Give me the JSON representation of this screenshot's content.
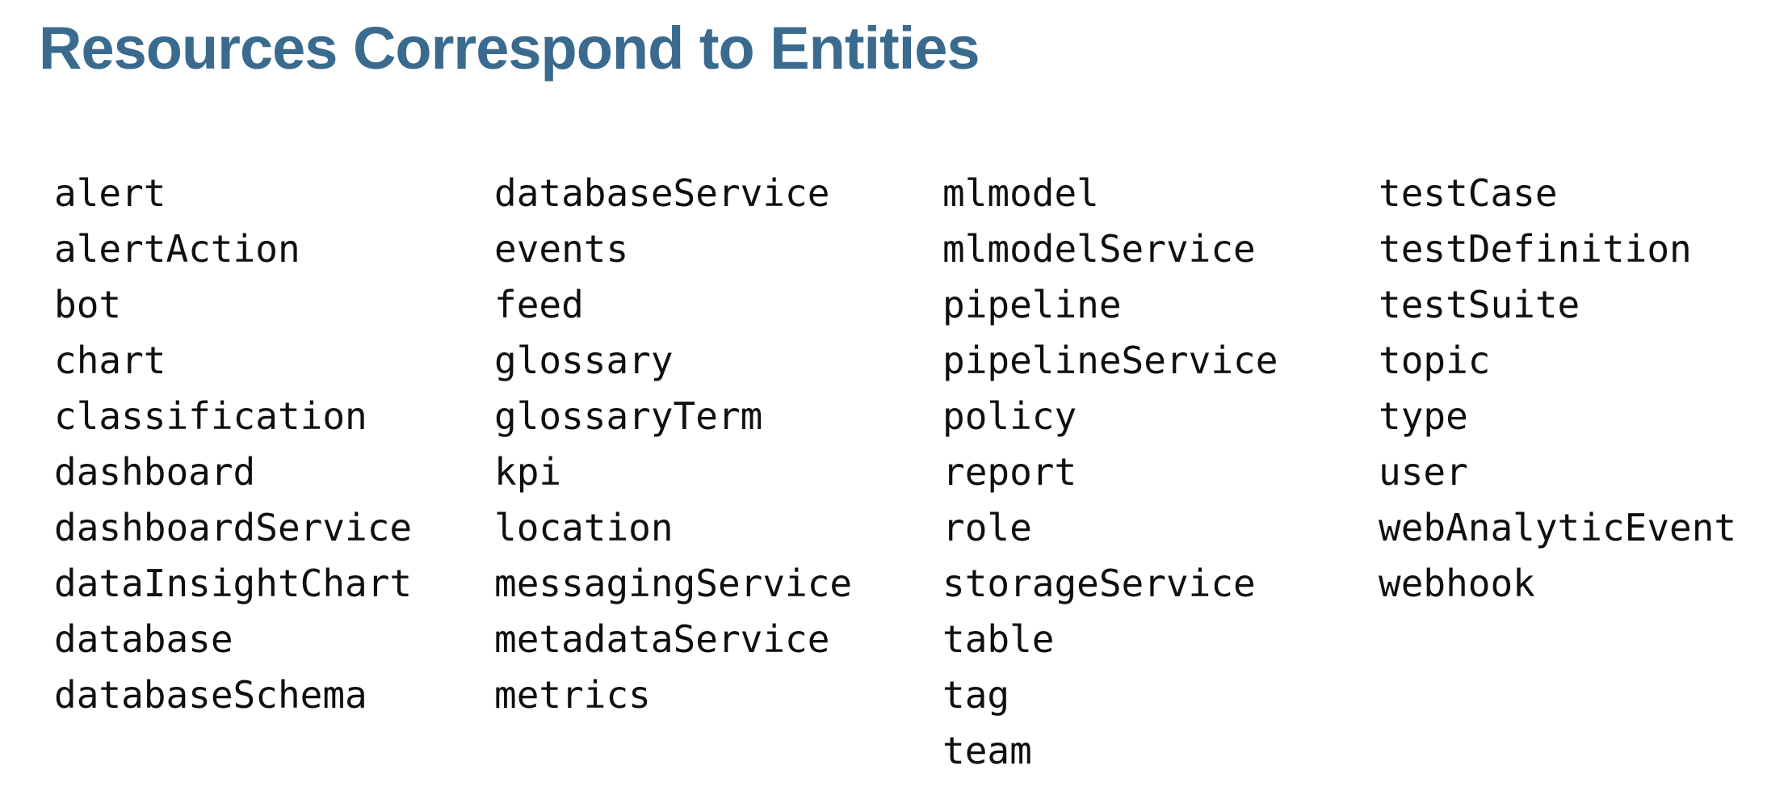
{
  "page": {
    "title": "Resources Correspond to Entities",
    "title_color": "#3a6b8e",
    "background_color": "#ffffff",
    "text_color": "#0f0f0f"
  },
  "entity_columns": [
    {
      "items": [
        "alert",
        "alertAction",
        "bot",
        "chart",
        "classification",
        "dashboard",
        "dashboardService",
        "dataInsightChart",
        "database",
        "databaseSchema"
      ]
    },
    {
      "items": [
        "databaseService",
        "events",
        "feed",
        "glossary",
        "glossaryTerm",
        "kpi",
        "location",
        "messagingService",
        "metadataService",
        "metrics"
      ]
    },
    {
      "items": [
        "mlmodel",
        "mlmodelService",
        "pipeline",
        "pipelineService",
        "policy",
        "report",
        "role",
        "storageService",
        "table",
        "tag",
        "team"
      ]
    },
    {
      "items": [
        "testCase",
        "testDefinition",
        "testSuite",
        "topic",
        "type",
        "user",
        "webAnalyticEvent",
        "webhook"
      ]
    }
  ]
}
